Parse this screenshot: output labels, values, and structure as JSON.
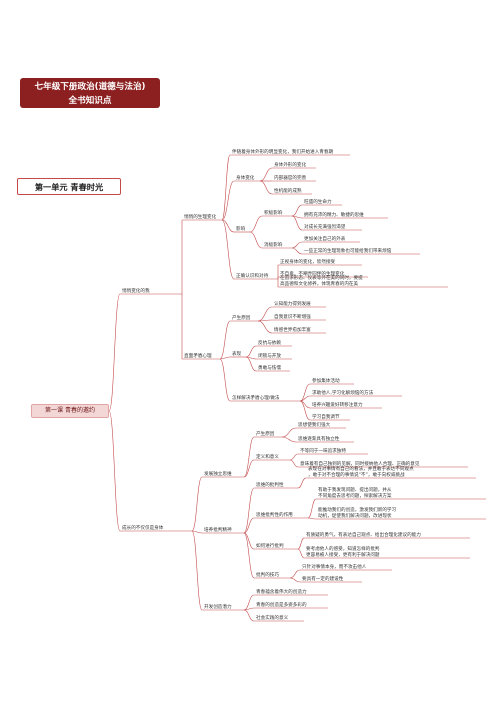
{
  "header": {
    "title_line1": "七年级下册政治(道德与法治)",
    "title_line2": "全书知识点"
  },
  "unit": {
    "title": "第一单元 青春时光"
  },
  "lesson": {
    "title": "第一课 青春的邀约"
  },
  "colors": {
    "title_bg": "#8c1f1f",
    "branch": "#c44a4a",
    "lesson_bg": "#f3d7d7"
  },
  "nodes": [
    {
      "id": "n1",
      "text": "悄悄变化的我",
      "parent": "root"
    },
    {
      "id": "n1a",
      "text": "悄悄的生理变化",
      "parent": "n1"
    },
    {
      "id": "n1a1",
      "text": "伴随着身体外形的明显变化，我们开始进入青春期",
      "parent": "n1a"
    },
    {
      "id": "n1a2",
      "text": "身体变化",
      "parent": "n1a"
    },
    {
      "id": "n1a2a",
      "text": "身体外形的变化",
      "parent": "n1a2"
    },
    {
      "id": "n1a2b",
      "text": "内部器官的完善",
      "parent": "n1a2"
    },
    {
      "id": "n1a2c",
      "text": "性机能的成熟",
      "parent": "n1a2"
    },
    {
      "id": "n1a3",
      "text": "影响",
      "parent": "n1a"
    },
    {
      "id": "n1a3a",
      "text": "积极影响",
      "parent": "n1a3"
    },
    {
      "id": "n1a3a1",
      "text": "旺盛的生命力",
      "parent": "n1a3a"
    },
    {
      "id": "n1a3a2",
      "text": "拥有充沛的精力、敏捷的思维",
      "parent": "n1a3a"
    },
    {
      "id": "n1a3a3",
      "text": "对成长充满强烈渴望",
      "parent": "n1a3a"
    },
    {
      "id": "n1a3b",
      "text": "消极影响",
      "parent": "n1a3"
    },
    {
      "id": "n1a3b1",
      "text": "更加关注自己的外表",
      "parent": "n1a3b"
    },
    {
      "id": "n1a3b2",
      "text": "一些正常的生理现象也可能给我们带来烦恼",
      "parent": "n1a3b"
    },
    {
      "id": "n1a4",
      "text": "正确认识和对待",
      "parent": "n1a"
    },
    {
      "id": "n1a4a",
      "text": "正视身体的变化，欣然接受",
      "parent": "n1a4"
    },
    {
      "id": "n1a4b",
      "text": "不自卑，不嘲弄同伴的生理变化",
      "parent": "n1a4"
    },
    {
      "id": "n1a4c",
      "text": "在追求形态、仪表等外在美的同时，要提高品德和文化修养，体现青春的内在美",
      "parent": "n1a4"
    },
    {
      "id": "n1b",
      "text": "直面矛盾心理",
      "parent": "n1"
    },
    {
      "id": "n1b1",
      "text": "产生原因",
      "parent": "n1b"
    },
    {
      "id": "n1b1a",
      "text": "认知能力得到发展",
      "parent": "n1b1"
    },
    {
      "id": "n1b1b",
      "text": "自我意识不断增强",
      "parent": "n1b1"
    },
    {
      "id": "n1b1c",
      "text": "情感世界愈加丰富",
      "parent": "n1b1"
    },
    {
      "id": "n1b2",
      "text": "表现",
      "parent": "n1b"
    },
    {
      "id": "n1b2a",
      "text": "反抗与依赖",
      "parent": "n1b2"
    },
    {
      "id": "n1b2b",
      "text": "闭锁与开放",
      "parent": "n1b2"
    },
    {
      "id": "n1b2c",
      "text": "勇敢与怯懦",
      "parent": "n1b2"
    },
    {
      "id": "n1b3",
      "text": "怎样解决矛盾心理/做法",
      "parent": "n1b"
    },
    {
      "id": "n1b3a",
      "text": "参加集体活动",
      "parent": "n1b3"
    },
    {
      "id": "n1b3b",
      "text": "求助他人,学习化解烦恼的方法",
      "parent": "n1b3"
    },
    {
      "id": "n1b3c",
      "text": "培养兴趣爱好转移注意力",
      "parent": "n1b3"
    },
    {
      "id": "n1b3d",
      "text": "学习自我调节",
      "parent": "n1b3"
    },
    {
      "id": "n2",
      "text": "成长的不仅仅是身体",
      "parent": "root"
    },
    {
      "id": "n2a",
      "text": "发展独立思维",
      "parent": "n2"
    },
    {
      "id": "n2a1",
      "text": "产生原因",
      "parent": "n2a"
    },
    {
      "id": "n2a1a",
      "text": "思想使我们强大",
      "parent": "n2a1"
    },
    {
      "id": "n2a1b",
      "text": "思维逐渐具有独立性",
      "parent": "n2a1"
    },
    {
      "id": "n2a2",
      "text": "定义和意义",
      "parent": "n2a"
    },
    {
      "id": "n2a2a",
      "text": "不等同于一味追求独特",
      "parent": "n2a2"
    },
    {
      "id": "n2a2b",
      "text": "意味着有自己独到的见解，同时接纳他人合理、正确的意见",
      "parent": "n2a2"
    },
    {
      "id": "n2b",
      "text": "培养批判精神",
      "parent": "n2"
    },
    {
      "id": "n2b1",
      "text": "思维的批判性",
      "parent": "n2b"
    },
    {
      "id": "n2b1a",
      "text": "表现在对事情有自己的看法，并且敢于表达不同观点，敢于对不合理的事情说“不”，敢于向权威挑战",
      "parent": "n2b1"
    },
    {
      "id": "n2b2",
      "text": "思维批判性的作用",
      "parent": "n2b"
    },
    {
      "id": "n2b2a",
      "text": "有助于我发现问题、提出问题，并从不同角度去思考问题，探索解决方案",
      "parent": "n2b2"
    },
    {
      "id": "n2b2b",
      "text": "能推动我们的创造，激发我们新的学习动机，促使我们解决问题，改进现状",
      "parent": "n2b2"
    },
    {
      "id": "n2b3",
      "text": "如何进行批判",
      "parent": "n2b"
    },
    {
      "id": "n2b3a",
      "text": "有质疑的勇气，有表达自己观点、给出合理化建议的能力",
      "parent": "n2b3"
    },
    {
      "id": "n2b3b",
      "text": "要考虑他人的感受，知道怎样的批判更容易被人接受，更有利于解决问题",
      "parent": "n2b3"
    },
    {
      "id": "n2b4",
      "text": "批判的技巧",
      "parent": "n2b"
    },
    {
      "id": "n2b4a",
      "text": "只针对事情本身，而不攻击他人",
      "parent": "n2b4"
    },
    {
      "id": "n2b4b",
      "text": "要具有一定的建设性",
      "parent": "n2b4"
    },
    {
      "id": "n2c",
      "text": "开发创造潜力",
      "parent": "n2"
    },
    {
      "id": "n2c1",
      "text": "青春蕴含着伟大的创造力",
      "parent": "n2c"
    },
    {
      "id": "n2c2",
      "text": "青春的创造是多姿多彩的",
      "parent": "n2c"
    },
    {
      "id": "n2c3",
      "text": "社会实践的意义",
      "parent": "n2c"
    }
  ]
}
